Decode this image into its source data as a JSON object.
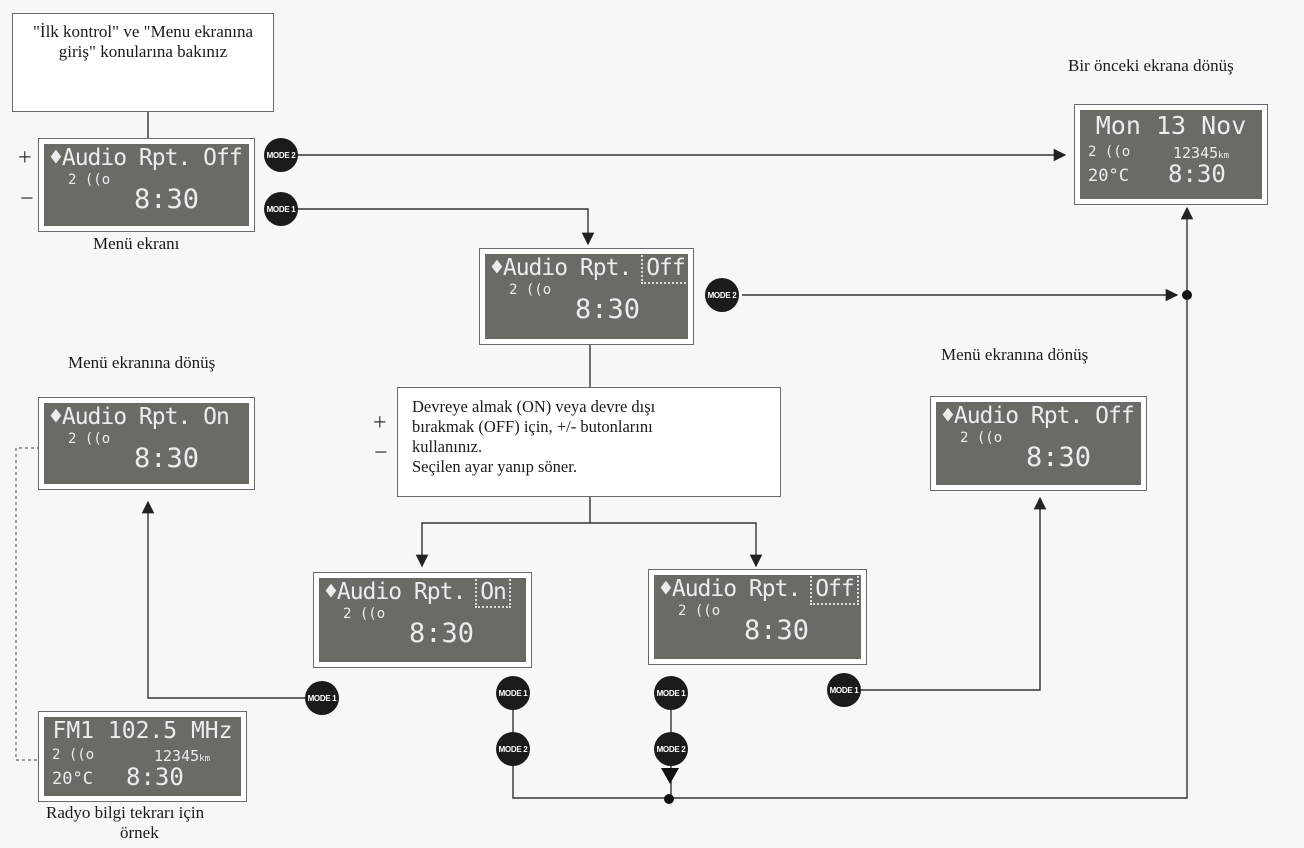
{
  "notes": {
    "top": "\"İlk kontrol\" ve \"Menu ekranına giriş\" konularına bakınız",
    "middle_lines": [
      "Devreye almak (ON) veya devre dışı",
      "bırakmak (OFF) için, +/- butonlarını",
      "kullanınız.",
      "Seçilen ayar yanıp söner."
    ]
  },
  "captions": {
    "menu_screen": "Menü ekranı",
    "prev_screen": "Bir önceki ekrana dönüş",
    "back_left": "Menü ekranına dönüş",
    "back_right": "Menü ekranına dönüş",
    "radio_example_1": "Radyo bilgi tekrarı için",
    "radio_example_2": "örnek"
  },
  "screens": {
    "menu": {
      "line1": "♦Audio Rpt. Off",
      "line2": "2 ((o",
      "time": "8:30"
    },
    "select": {
      "line1": "♦Audio Rpt.",
      "value": "Off",
      "line2": "2 ((o",
      "time": "8:30"
    },
    "on_blink": {
      "line1": "♦Audio Rpt.",
      "value": "On",
      "line2": "2 ((o",
      "time": "8:30"
    },
    "off_blink": {
      "line1": "♦Audio Rpt.",
      "value": "Off",
      "line2": "2 ((o",
      "time": "8:30"
    },
    "result_on": {
      "line1": "♦Audio Rpt. On",
      "line2": "2 ((o",
      "time": "8:30"
    },
    "result_off": {
      "line1": "♦Audio Rpt. Off",
      "line2": "2 ((o",
      "time": "8:30"
    },
    "previous": {
      "line1": "Mon 13 Nov",
      "icon": "2 ((o",
      "odo": "12345",
      "odo_unit": "km",
      "temp": "20°C",
      "time": "8:30"
    },
    "radio": {
      "line1": "FM1 102.5 MHz",
      "icon": "2 ((o",
      "odo": "12345",
      "odo_unit": "km",
      "temp": "20°C",
      "time": "8:30"
    }
  },
  "buttons": {
    "mode1": "MODE 1",
    "mode2": "MODE 2"
  },
  "signs": {
    "plus": "+",
    "minus": "−"
  }
}
